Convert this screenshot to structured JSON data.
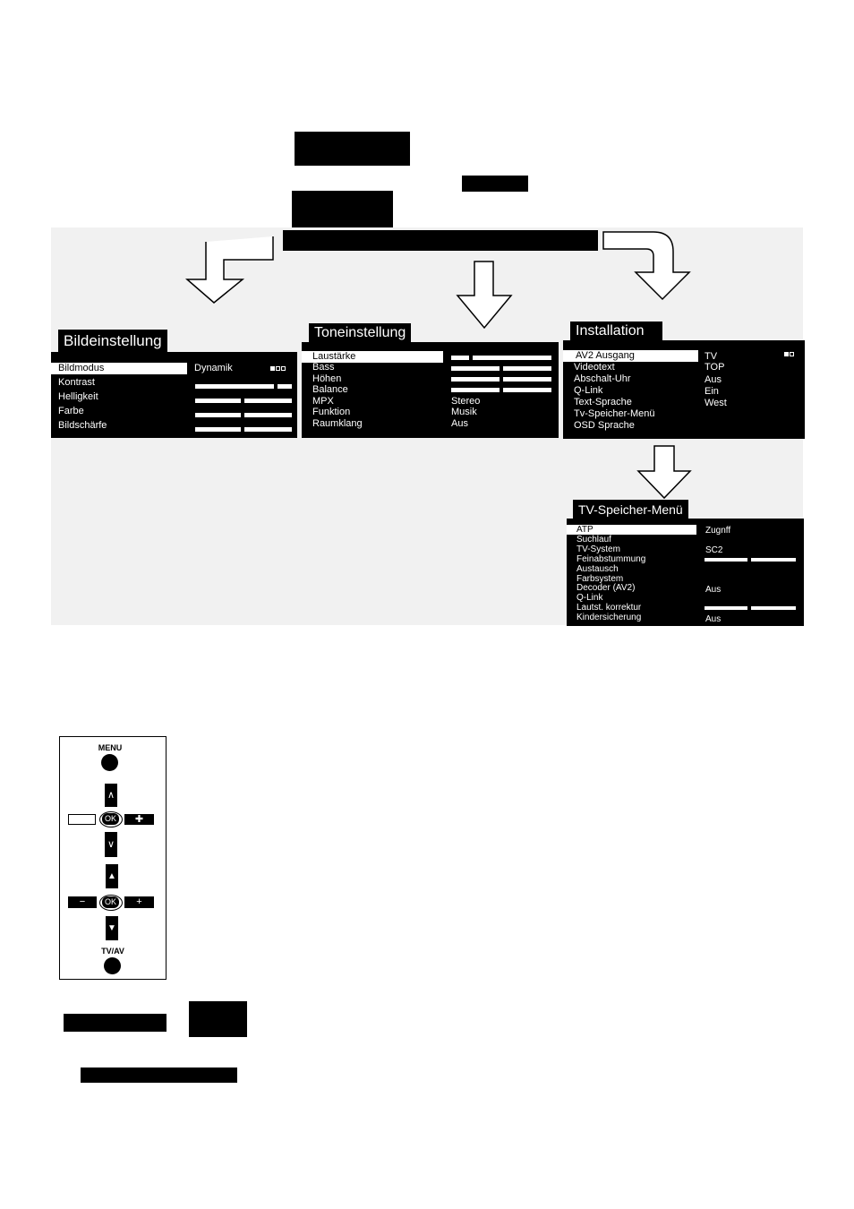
{
  "menus": {
    "bild": {
      "title": "Bildeinstellung",
      "items": [
        "Bildmodus",
        "Kontrast",
        "Helligkeit",
        "Farbe",
        "Bildschärfe"
      ],
      "mode_value": "Dynamik"
    },
    "ton": {
      "title": "Toneinstellung",
      "items": [
        "Laustärke",
        "Bass",
        "Höhen",
        "Balance",
        "MPX",
        "Funktion",
        "Raumklang"
      ],
      "values": {
        "mpx": "Stereo",
        "funktion": "Musik",
        "raumklang": "Aus"
      }
    },
    "installation": {
      "title": "Installation",
      "items": [
        "AV2 Ausgang",
        "Videotext",
        "Abschalt-Uhr",
        "Q-Link",
        "Text-Sprache",
        "Tv-Speicher-Menü",
        "OSD Sprache"
      ],
      "values": [
        "TV",
        "TOP",
        "Aus",
        "Ein",
        "West"
      ]
    },
    "speicher": {
      "title": "TV-Speicher-Menü",
      "items": [
        "ATP",
        "Suchlauf",
        "TV-System",
        "Feinabstummung",
        "Austausch",
        "Farbsystem",
        "Decoder (AV2)",
        "Q-Link",
        "Lautst. korrektur",
        "Kindersicherung"
      ],
      "values": {
        "atp": "Zugnff",
        "tv_system": "SC2",
        "decoder": "Aus",
        "kindersicherung": "Aus"
      }
    }
  },
  "remote": {
    "menu_label": "MENU",
    "tvav_label": "TV/AV",
    "ok_label": "OK",
    "minus_label": "−",
    "plus_label": "+",
    "up_label": "∧",
    "down_label": "∨"
  }
}
